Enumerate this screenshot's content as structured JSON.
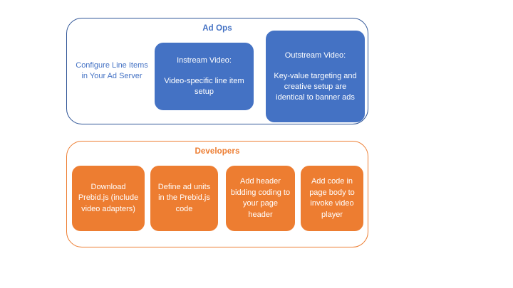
{
  "diagram": {
    "background_color": "#FFFFFF",
    "accent_blue": "#4472C4",
    "accent_blue_border": "#2F5597",
    "accent_orange": "#ED7D31"
  },
  "groups": [
    {
      "id": "ad-ops",
      "title": "Ad Ops",
      "border_color": "#2F5597",
      "title_color": "#4472C4",
      "nodes": [
        {
          "id": "configure-line-items",
          "style": "plain-text",
          "text": "Configure Line Items in Your Ad Server",
          "text_color": "#4472C4"
        },
        {
          "id": "instream-video",
          "style": "filled-box",
          "fill": "#4472C4",
          "heading": "Instream Video:",
          "body": "Video-specific line item setup"
        },
        {
          "id": "outstream-video",
          "style": "filled-box",
          "fill": "#4472C4",
          "heading": "Outstream Video:",
          "body": "Key-value targeting and creative setup are identical to banner ads"
        }
      ]
    },
    {
      "id": "developers",
      "title": "Developers",
      "border_color": "#ED7D31",
      "title_color": "#ED7D31",
      "nodes": [
        {
          "id": "download-prebid",
          "style": "filled-box",
          "fill": "#ED7D31",
          "body": "Download Prebid.js (include video adapters)"
        },
        {
          "id": "define-ad-units",
          "style": "filled-box",
          "fill": "#ED7D31",
          "body": "Define ad units in the Prebid.js code"
        },
        {
          "id": "add-header-bidding-code",
          "style": "filled-box",
          "fill": "#ED7D31",
          "body": "Add header bidding coding to your page header"
        },
        {
          "id": "add-page-body-code",
          "style": "filled-box",
          "fill": "#ED7D31",
          "body": "Add code in page body to invoke video player"
        }
      ]
    }
  ]
}
